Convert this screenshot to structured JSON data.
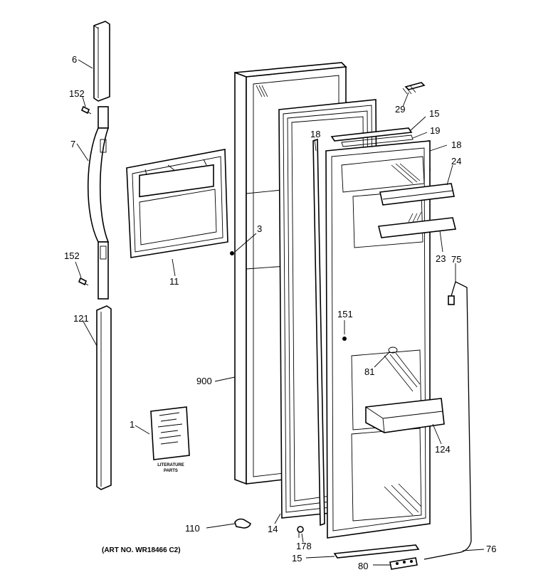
{
  "callouts": {
    "c6": "6",
    "c152a": "152",
    "c7": "7",
    "c152b": "152",
    "c121": "121",
    "c1": "1",
    "c11": "11",
    "c3": "3",
    "c900": "900",
    "c29": "29",
    "c15a": "15",
    "c19": "19",
    "c18a": "18",
    "c18b": "18",
    "c24": "24",
    "c23": "23",
    "c75": "75",
    "c151": "151",
    "c81": "81",
    "c124": "124",
    "c110": "110",
    "c14": "14",
    "c178": "178",
    "c15b": "15",
    "c80": "80",
    "c76": "76"
  },
  "literature": {
    "caption_line1": "LITERATURE",
    "caption_line2": "PARTS"
  },
  "art_number": "(ART NO. WR18466 C2)"
}
